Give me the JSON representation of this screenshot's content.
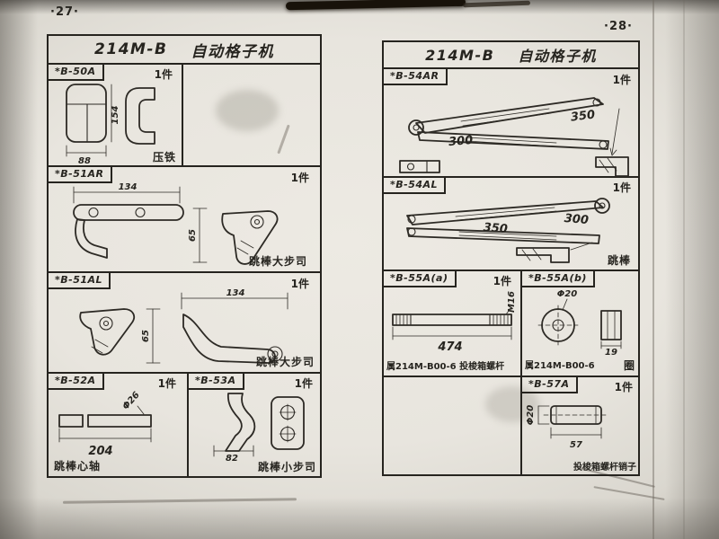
{
  "scan": {
    "left_page_number": "·27·",
    "right_page_number": "·28·"
  },
  "left": {
    "title_code": "214M-B",
    "title_name": "自动格子机",
    "b50a": {
      "part": "*B-50A",
      "qty": "1件",
      "dim_width": "88",
      "dim_height": "154",
      "caption": "压铁"
    },
    "b51ar": {
      "part": "*B-51AR",
      "qty": "1件",
      "dim_length": "134",
      "dim_height": "65",
      "caption": "跳棒大步司"
    },
    "b51al": {
      "part": "*B-51AL",
      "qty": "1件",
      "dim_length": "134",
      "dim_height": "65",
      "caption": "跳棒大步司"
    },
    "b52a": {
      "part": "*B-52A",
      "qty": "1件",
      "dim_length": "204",
      "dim_dia": "Φ26",
      "caption": "跳棒心轴"
    },
    "b53a": {
      "part": "*B-53A",
      "qty": "1件",
      "dim_width": "82",
      "caption": "跳棒小步司"
    }
  },
  "right": {
    "title_code": "214M-B",
    "title_name": "自动格子机",
    "b54ar": {
      "part": "*B-54AR",
      "qty": "1件",
      "dim_a": "300",
      "dim_b": "350"
    },
    "b54al": {
      "part": "*B-54AL",
      "qty": "1件",
      "dim_a": "350",
      "dim_b": "300",
      "caption": "跳棒"
    },
    "b55aa": {
      "part": "*B-55A(a)",
      "qty": "1件",
      "dim_length": "474",
      "dim_thread": "M16",
      "caption": "属214M-B00-6 投梭箱螺杆"
    },
    "b55ab": {
      "part": "*B-55A(b)",
      "dim_dia": "Φ20",
      "dim_thickness": "19",
      "caption": "属214M-B00-6",
      "caption2": "圈"
    },
    "b57a": {
      "part": "*B-57A",
      "qty": "1件",
      "dim_dia": "Φ20",
      "dim_length": "57",
      "caption": "投梭箱螺杆销子"
    }
  }
}
